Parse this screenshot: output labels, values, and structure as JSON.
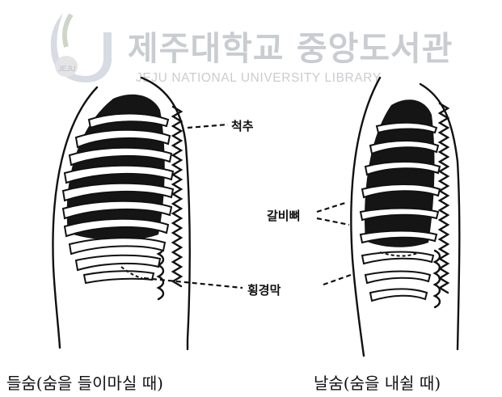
{
  "watermark": {
    "title": "제주대학교 중앙도서관",
    "subtitle": "JEJU NATIONAL UNIVERSITY LIBRARY",
    "logo_text": "JEJU"
  },
  "labels": {
    "spine": "척추",
    "ribs": "갈비뼈",
    "diaphragm": "횡경막"
  },
  "captions": {
    "inhale": "들숨(숨을 들이마실 때)",
    "exhale": "날숨(숨을 내쉴 때)"
  }
}
